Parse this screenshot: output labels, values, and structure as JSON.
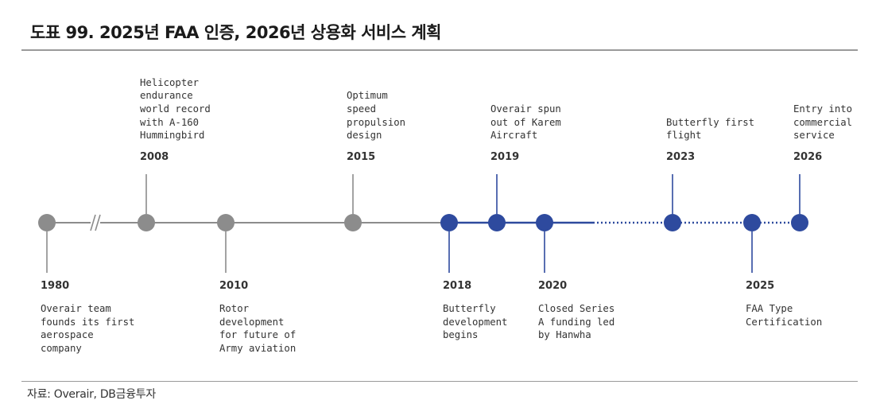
{
  "title": "도표 99. 2025년 FAA 인증, 2026년 상용화 서비스 계획",
  "source": "자료: Overair, DB금융투자",
  "colors": {
    "past": "#8c8c8c",
    "recent": "#2e4a9e",
    "rule": "#9a9a9a",
    "text": "#333333"
  },
  "events": [
    {
      "year": "1980",
      "text": "Overair team\nfounds its first\naerospace\ncompany",
      "side": "below",
      "era": "past"
    },
    {
      "year": "2008",
      "text": "Helicopter\nendurance\nworld record\nwith A-160\nHummingbird",
      "side": "above",
      "era": "past"
    },
    {
      "year": "2010",
      "text": "Rotor\ndevelopment\nfor future of\nArmy aviation",
      "side": "below",
      "era": "past"
    },
    {
      "year": "2015",
      "text": "Optimum\nspeed\npropulsion\ndesign",
      "side": "above",
      "era": "past"
    },
    {
      "year": "2018",
      "text": "Butterfly\ndevelopment\nbegins",
      "side": "below",
      "era": "recent"
    },
    {
      "year": "2019",
      "text": "Overair spun\nout of Karem\nAircraft",
      "side": "above",
      "era": "recent"
    },
    {
      "year": "2020",
      "text": "Closed Series\nA funding led\nby Hanwha",
      "side": "below",
      "era": "recent"
    },
    {
      "year": "2023",
      "text": "Butterfly first\nflight",
      "side": "above",
      "era": "recent"
    },
    {
      "year": "2025",
      "text": "FAA Type\nCertification",
      "side": "below",
      "era": "recent"
    },
    {
      "year": "2026",
      "text": "Entry into\ncommercial\nservice",
      "side": "above",
      "era": "recent"
    }
  ]
}
